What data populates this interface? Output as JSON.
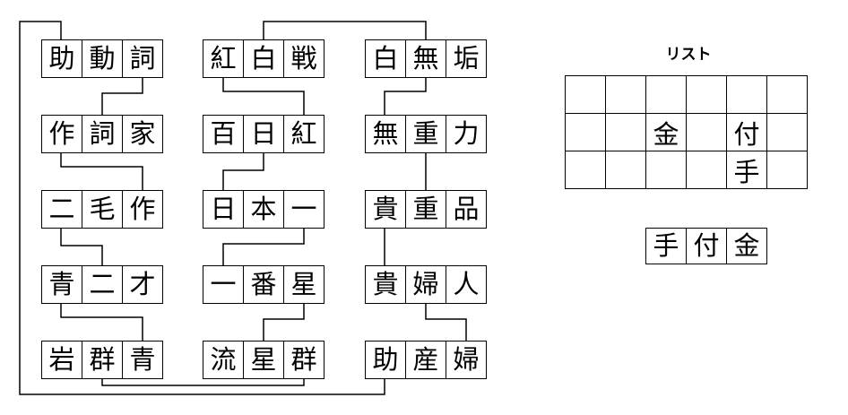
{
  "puzzle": {
    "boxes": [
      [
        "助",
        "動",
        "詞"
      ],
      [
        "作",
        "詞",
        "家"
      ],
      [
        "二",
        "毛",
        "作"
      ],
      [
        "青",
        "二",
        "才"
      ],
      [
        "岩",
        "群",
        "青"
      ],
      [
        "紅",
        "白",
        "戦"
      ],
      [
        "百",
        "日",
        "紅"
      ],
      [
        "日",
        "本",
        "一"
      ],
      [
        "一",
        "番",
        "星"
      ],
      [
        "流",
        "星",
        "群"
      ],
      [
        "白",
        "無",
        "垢"
      ],
      [
        "無",
        "重",
        "力"
      ],
      [
        "貴",
        "重",
        "品"
      ],
      [
        "貴",
        "婦",
        "人"
      ],
      [
        "助",
        "産",
        "婦"
      ]
    ]
  },
  "list": {
    "title": "リスト",
    "rows": [
      [
        "",
        "",
        "",
        "",
        "",
        ""
      ],
      [
        "",
        "",
        "金",
        "",
        "付",
        ""
      ],
      [
        "",
        "",
        "",
        "",
        "手",
        ""
      ]
    ]
  },
  "answer": [
    "手",
    "付",
    "金"
  ]
}
